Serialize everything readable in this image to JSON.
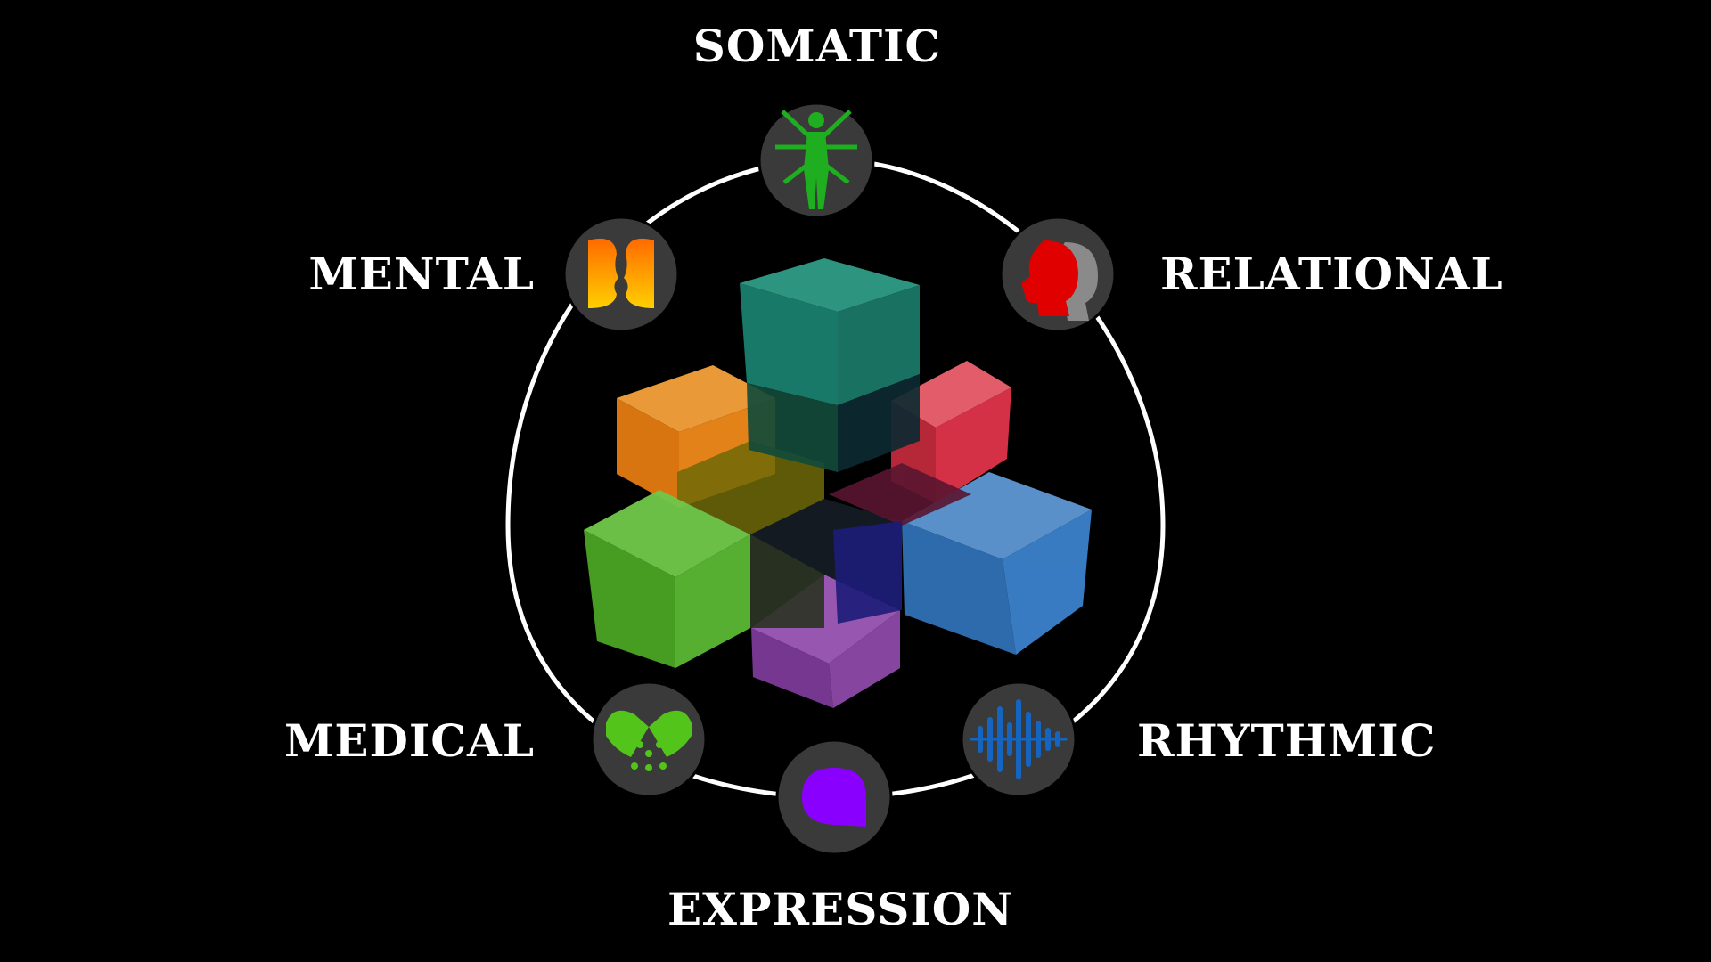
{
  "diagram": {
    "labels": {
      "somatic": "SOMATIC",
      "mental": "MENTAL",
      "relational": "RELATIONAL",
      "medical": "MEDICAL",
      "rhythmic": "RHYTHMIC",
      "expression": "EXPRESSION"
    },
    "colors": {
      "background": "#000000",
      "ring": "#ffffff",
      "icon_disc": "#3a3a3a",
      "somatic": "#1fae1f",
      "mental": "#ff8c00",
      "relational": "#e00000",
      "medical": "#52c41a",
      "rhythmic": "#1565c0",
      "expression": "#8a00ff",
      "cube_teal": "#1f8a78",
      "cube_orange": "#f28a1a",
      "cube_red": "#e0344a",
      "cube_green": "#4fb52a",
      "cube_blue": "#3a7fc8",
      "cube_purple": "#8e4aa8"
    },
    "icons": {
      "somatic": "vitruvian-figure-icon",
      "mental": "two-heads-icon",
      "relational": "profile-heads-icon",
      "medical": "capsule-pill-icon",
      "rhythmic": "sound-wave-icon",
      "expression": "speech-bubble-icon"
    }
  }
}
